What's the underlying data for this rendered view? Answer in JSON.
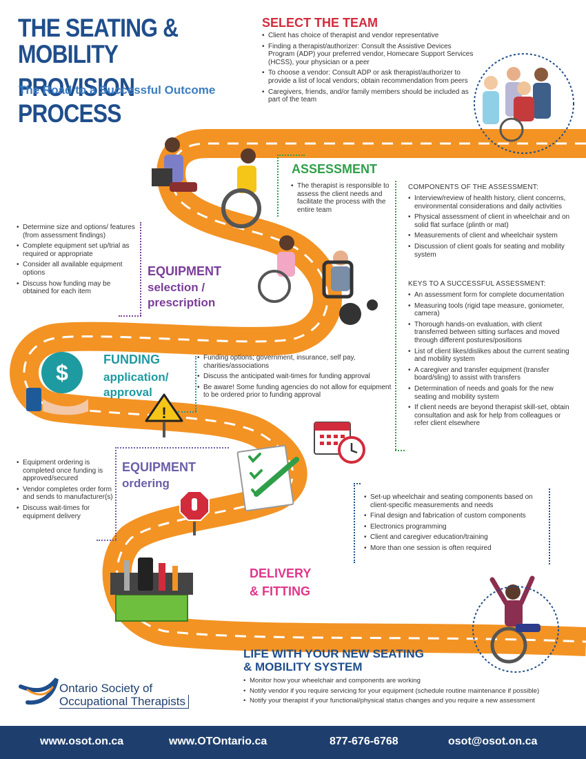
{
  "header": {
    "title_line1": "THE SEATING & MOBILITY",
    "title_line2": "PROVISION PROCESS",
    "subtitle": "The Road to a Successful Outcome"
  },
  "select_team": {
    "heading": "SELECT THE TEAM",
    "items": [
      "Client has choice of therapist and vendor representative",
      "Finding a therapist/authorizer: Consult the Assistive Devices Program (ADP) your preferred vendor, Homecare Support Services (HCSS), your physician or a peer",
      "To choose a vendor: Consult ADP or ask therapist/authorizer to provide a list of local vendors; obtain recommendation from peers",
      "Caregivers, friends, and/or family members should be included as part of the team"
    ]
  },
  "assessment": {
    "heading": "ASSESSMENT",
    "intro": "The therapist is responsible to assess the client needs and facilitate the process with the entire team",
    "components_heading": "COMPONENTS OF THE ASSESSMENT:",
    "components": [
      "Interview/review of health history, client concerns, environmental considerations and daily activities",
      "Physical assessment of client in wheelchair and on solid flat surface (plinth or mat)",
      "Measurements of client and wheelchair system",
      "Discussion of client goals for seating and mobility system"
    ],
    "keys_heading": "KEYS TO A SUCCESSFUL ASSESSMENT:",
    "keys": [
      "An assessment form for complete documentation",
      "Measuring tools (rigid tape measure, goniometer, camera)",
      "Thorough hands-on evaluation, with client transferred between sitting surfaces and moved through different postures/positions",
      "List of client likes/dislikes about the current seating and mobility system",
      "A caregiver and transfer equipment (transfer board/sling) to assist with transfers",
      "Determination of needs and goals for the new seating and mobility system",
      "If client needs are beyond therapist skill-set, obtain consultation and ask for help from colleagues or refer client elsewhere"
    ]
  },
  "equipment_selection": {
    "heading1": "EQUIPMENT",
    "heading2": "selection /",
    "heading3": "prescription",
    "items": [
      "Determine size and options/ features (from assessment findings)",
      "Complete equipment set up/trial as required or appropriate",
      "Consider all available equipment options",
      "Discuss how funding may be obtained for each item"
    ]
  },
  "funding": {
    "heading1": "FUNDING",
    "heading2": "application/",
    "heading3": "approval",
    "items": [
      "Funding options; government, insurance, self pay, charities/associations",
      "Discuss the anticipated wait-times for funding approval",
      "Be aware! Some funding agencies do not allow for equipment to be ordered prior to funding approval"
    ]
  },
  "ordering": {
    "heading1": "EQUIPMENT",
    "heading2": "ordering",
    "items": [
      "Equipment ordering is completed once funding is approved/secured",
      "Vendor completes order form and sends to manufacturer(s)",
      "Discuss wait-times for equipment delivery"
    ]
  },
  "delivery": {
    "heading1": "DELIVERY",
    "heading2": "& FITTING",
    "items": [
      "Set-up wheelchair and seating components based on client-specific measurements and needs",
      "Final design and fabrication of custom components",
      "Electronics programming",
      "Client and caregiver education/training",
      "More than one session is often required"
    ]
  },
  "life": {
    "heading1": "LIFE WITH YOUR NEW SEATING",
    "heading2": "& MOBILITY SYSTEM",
    "items": [
      "Monitor how your wheelchair and components are working",
      "Notify vendor if you require servicing for your equipment (schedule routine maintenance if possible)",
      "Notify your therapist if your functional/physical status changes and you require a new assessment"
    ]
  },
  "logo": {
    "line1": "Ontario Society of",
    "line2": "Occupational Therapists"
  },
  "footer": {
    "website1": "www.osot.on.ca",
    "website2": "www.OTOntario.ca",
    "phone": "877-676-6768",
    "email": "osot@osot.on.ca"
  },
  "colors": {
    "road": "#f39324",
    "navy": "#1f4e8c",
    "footer": "#1e3f6e",
    "select_team": "#d22b3c",
    "assessment": "#2e9f48",
    "equipment": "#7a3d98",
    "funding": "#1e9aa1",
    "ordering": "#6b5ea8",
    "delivery": "#e0378a"
  }
}
